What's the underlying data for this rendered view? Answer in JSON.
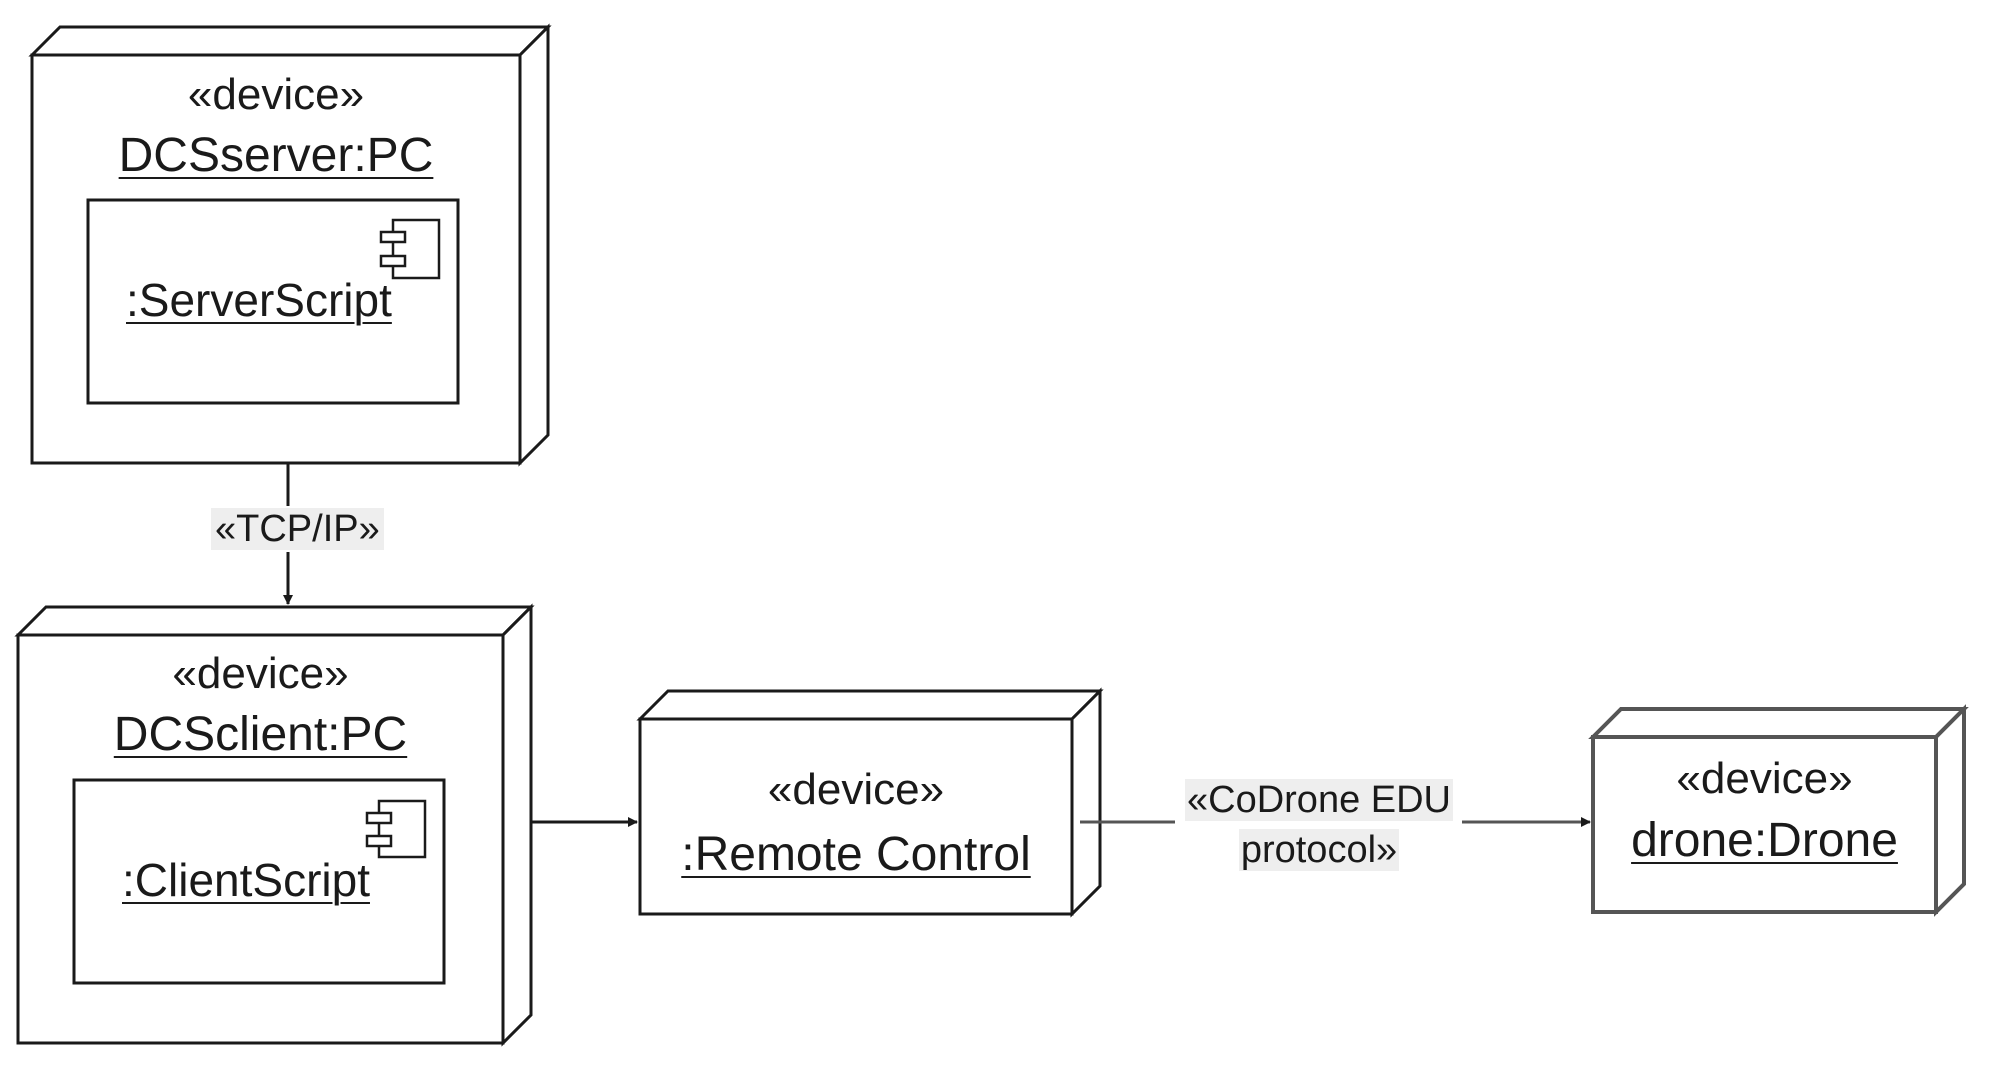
{
  "nodes": {
    "server": {
      "stereotype": "«device»",
      "name": "DCSserver:PC",
      "component": ":ServerScript"
    },
    "client": {
      "stereotype": "«device»",
      "name": "DCSclient:PC",
      "component": ":ClientScript"
    },
    "remote": {
      "stereotype": "«device»",
      "name": ":Remote Control"
    },
    "drone": {
      "stereotype": "«device»",
      "name": "drone:Drone"
    }
  },
  "edges": {
    "server_client": {
      "label": "«TCP/IP»"
    },
    "client_remote": {
      "label": ""
    },
    "remote_drone": {
      "label_line1": "«CoDrone EDU",
      "label_line2": "protocol»"
    }
  },
  "colors": {
    "stroke": "#1a1a1a",
    "label_bg": "#eeeeee",
    "background": "#ffffff"
  }
}
